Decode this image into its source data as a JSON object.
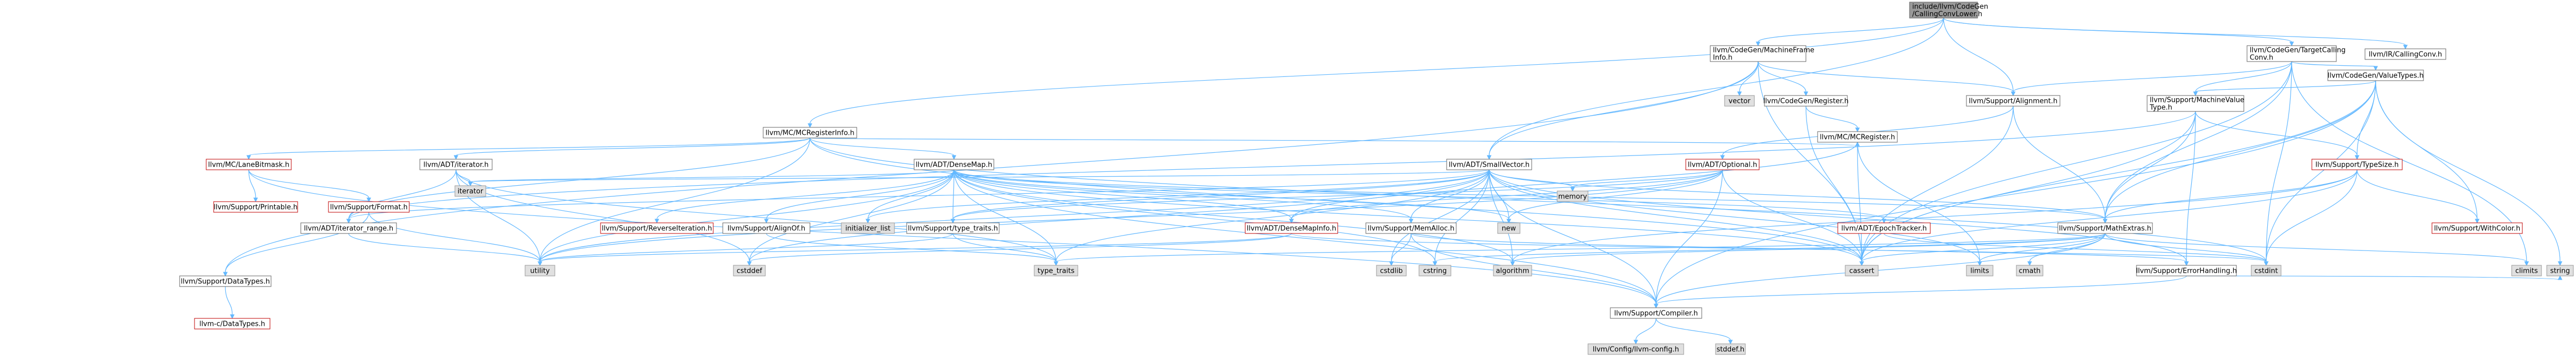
{
  "nodes": [
    {
      "id": "root",
      "label": "include/llvm/CodeGen\n/CallingConvLower.h",
      "kind": "root"
    },
    {
      "id": "mf",
      "label": "llvm/CodeGen/MachineFrame\nInfo.h",
      "kind": "norm"
    },
    {
      "id": "tlcc",
      "label": "llvm/CodeGen/TargetCalling\nConv.h",
      "kind": "norm"
    },
    {
      "id": "ircc",
      "label": "llvm/IR/CallingConv.h",
      "kind": "norm"
    },
    {
      "id": "mcreg",
      "label": "llvm/MC/MCRegisterInfo.h",
      "kind": "norm"
    },
    {
      "id": "vector",
      "label": "vector",
      "kind": "gray"
    },
    {
      "id": "cgreg",
      "label": "llvm/CodeGen/Register.h",
      "kind": "norm"
    },
    {
      "id": "salign",
      "label": "llvm/Support/Alignment.h",
      "kind": "norm"
    },
    {
      "id": "cgvt",
      "label": "llvm/CodeGen/ValueTypes.h",
      "kind": "norm"
    },
    {
      "id": "smvt",
      "label": "llvm/Support/MachineValue\nType.h",
      "kind": "norm"
    },
    {
      "id": "lanebm",
      "label": "llvm/MC/LaneBitmask.h",
      "kind": "red"
    },
    {
      "id": "iter",
      "label": "llvm/ADT/iterator.h",
      "kind": "norm"
    },
    {
      "id": "densemap",
      "label": "llvm/ADT/DenseMap.h",
      "kind": "norm"
    },
    {
      "id": "smallvec",
      "label": "llvm/ADT/SmallVector.h",
      "kind": "norm"
    },
    {
      "id": "optional",
      "label": "llvm/ADT/Optional.h",
      "kind": "red"
    },
    {
      "id": "mcregister",
      "label": "llvm/MC/MCRegister.h",
      "kind": "norm"
    },
    {
      "id": "typesize",
      "label": "llvm/Support/TypeSize.h",
      "kind": "red"
    },
    {
      "id": "printable",
      "label": "llvm/Support/Printable.h",
      "kind": "red"
    },
    {
      "id": "format",
      "label": "llvm/Support/Format.h",
      "kind": "red"
    },
    {
      "id": "iterrange",
      "label": "llvm/ADT/iterator_range.h",
      "kind": "norm"
    },
    {
      "id": "iterator",
      "label": "iterator",
      "kind": "gray"
    },
    {
      "id": "hashit",
      "label": "llvm/Support/ReverseIteration.h",
      "kind": "red"
    },
    {
      "id": "alignof",
      "label": "llvm/Support/AlignOf.h",
      "kind": "norm"
    },
    {
      "id": "initlist",
      "label": "initializer_list",
      "kind": "gray"
    },
    {
      "id": "typetraitsh",
      "label": "llvm/Support/type_traits.h",
      "kind": "norm"
    },
    {
      "id": "densemapinfo",
      "label": "llvm/ADT/DenseMapInfo.h",
      "kind": "red"
    },
    {
      "id": "memalloc",
      "label": "llvm/Support/MemAlloc.h",
      "kind": "norm"
    },
    {
      "id": "new",
      "label": "new",
      "kind": "gray"
    },
    {
      "id": "memory",
      "label": "memory",
      "kind": "gray"
    },
    {
      "id": "epoch",
      "label": "llvm/ADT/EpochTracker.h",
      "kind": "red"
    },
    {
      "id": "mathext",
      "label": "llvm/Support/MathExtras.h",
      "kind": "norm"
    },
    {
      "id": "withcolor",
      "label": "llvm/Support/WithColor.h",
      "kind": "red"
    },
    {
      "id": "datatypes",
      "label": "llvm/Support/DataTypes.h",
      "kind": "norm"
    },
    {
      "id": "utility",
      "label": "utility",
      "kind": "gray"
    },
    {
      "id": "cstddef",
      "label": "cstddef",
      "kind": "gray"
    },
    {
      "id": "typetraits",
      "label": "type_traits",
      "kind": "gray"
    },
    {
      "id": "cstdlib",
      "label": "cstdlib",
      "kind": "gray"
    },
    {
      "id": "cstring",
      "label": "cstring",
      "kind": "gray"
    },
    {
      "id": "algorithm",
      "label": "algorithm",
      "kind": "gray"
    },
    {
      "id": "cassert",
      "label": "cassert",
      "kind": "gray"
    },
    {
      "id": "limits",
      "label": "limits",
      "kind": "gray"
    },
    {
      "id": "cmath",
      "label": "cmath",
      "kind": "gray"
    },
    {
      "id": "errh",
      "label": "llvm/Support/ErrorHandling.h",
      "kind": "norm"
    },
    {
      "id": "cstdint",
      "label": "cstdint",
      "kind": "gray"
    },
    {
      "id": "climits",
      "label": "climits",
      "kind": "gray"
    },
    {
      "id": "string",
      "label": "string",
      "kind": "gray"
    },
    {
      "id": "llvmcdt",
      "label": "llvm-c/DataTypes.h",
      "kind": "red"
    },
    {
      "id": "compiler",
      "label": "llvm/Support/Compiler.h",
      "kind": "norm"
    },
    {
      "id": "llvmconfig",
      "label": "llvm/Config/llvm-config.h",
      "kind": "gray"
    },
    {
      "id": "stddef",
      "label": "stddef.h",
      "kind": "gray"
    }
  ],
  "edges": [
    [
      "root",
      "mf"
    ],
    [
      "root",
      "tlcc"
    ],
    [
      "root",
      "ircc"
    ],
    [
      "root",
      "mcreg"
    ],
    [
      "root",
      "smallvec"
    ],
    [
      "root",
      "salign"
    ],
    [
      "mf",
      "vector"
    ],
    [
      "mf",
      "cgreg"
    ],
    [
      "mf",
      "salign"
    ],
    [
      "mf",
      "datatypes"
    ],
    [
      "mf",
      "cassert"
    ],
    [
      "mf",
      "smallvec"
    ],
    [
      "tlcc",
      "cgvt"
    ],
    [
      "tlcc",
      "smvt"
    ],
    [
      "tlcc",
      "salign"
    ],
    [
      "tlcc",
      "mathext"
    ],
    [
      "tlcc",
      "cassert"
    ],
    [
      "tlcc",
      "climits"
    ],
    [
      "tlcc",
      "cstdint"
    ],
    [
      "mcreg",
      "iter"
    ],
    [
      "mcreg",
      "densemap"
    ],
    [
      "mcreg",
      "iterrange"
    ],
    [
      "mcreg",
      "lanebm"
    ],
    [
      "mcreg",
      "mcregister"
    ],
    [
      "mcreg",
      "cassert"
    ],
    [
      "mcreg",
      "cstdint"
    ],
    [
      "mcreg",
      "utility"
    ],
    [
      "cgreg",
      "mcregister"
    ],
    [
      "cgreg",
      "cassert"
    ],
    [
      "salign",
      "mathext"
    ],
    [
      "salign",
      "cassert"
    ],
    [
      "salign",
      "optional"
    ],
    [
      "cgvt",
      "smvt"
    ],
    [
      "cgvt",
      "compiler"
    ],
    [
      "cgvt",
      "mathext"
    ],
    [
      "cgvt",
      "typesize"
    ],
    [
      "cgvt",
      "withcolor"
    ],
    [
      "cgvt",
      "cassert"
    ],
    [
      "cgvt",
      "cstdint"
    ],
    [
      "cgvt",
      "string"
    ],
    [
      "smvt",
      "mathext"
    ],
    [
      "smvt",
      "typesize"
    ],
    [
      "smvt",
      "errh"
    ],
    [
      "smvt",
      "cassert"
    ],
    [
      "smvt",
      "iterrange"
    ],
    [
      "lanebm",
      "printable"
    ],
    [
      "lanebm",
      "format"
    ],
    [
      "lanebm",
      "compiler"
    ],
    [
      "format",
      "datatypes"
    ],
    [
      "format",
      "utility"
    ],
    [
      "iter",
      "iterrange"
    ],
    [
      "iter",
      "iterator"
    ],
    [
      "iter",
      "cstddef"
    ],
    [
      "iter",
      "typetraits"
    ],
    [
      "iter",
      "utility"
    ],
    [
      "densemap",
      "densemapinfo"
    ],
    [
      "densemap",
      "epoch"
    ],
    [
      "densemap",
      "alignof"
    ],
    [
      "densemap",
      "compiler"
    ],
    [
      "densemap",
      "mathext"
    ],
    [
      "densemap",
      "memalloc"
    ],
    [
      "densemap",
      "hashit"
    ],
    [
      "densemap",
      "typetraitsh"
    ],
    [
      "densemap",
      "algorithm"
    ],
    [
      "densemap",
      "cassert"
    ],
    [
      "densemap",
      "cstddef"
    ],
    [
      "densemap",
      "cstring"
    ],
    [
      "densemap",
      "initlist"
    ],
    [
      "densemap",
      "iterator"
    ],
    [
      "densemap",
      "new"
    ],
    [
      "densemap",
      "typetraits"
    ],
    [
      "densemap",
      "utility"
    ],
    [
      "smallvec",
      "compiler"
    ],
    [
      "smallvec",
      "errh"
    ],
    [
      "smallvec",
      "mathext"
    ],
    [
      "smallvec",
      "memalloc"
    ],
    [
      "smallvec",
      "typetraitsh"
    ],
    [
      "smallvec",
      "algorithm"
    ],
    [
      "smallvec",
      "cassert"
    ],
    [
      "smallvec",
      "cstddef"
    ],
    [
      "smallvec",
      "cstdlib"
    ],
    [
      "smallvec",
      "cstring"
    ],
    [
      "smallvec",
      "initlist"
    ],
    [
      "smallvec",
      "iterator"
    ],
    [
      "smallvec",
      "limits"
    ],
    [
      "smallvec",
      "memory"
    ],
    [
      "smallvec",
      "new"
    ],
    [
      "smallvec",
      "typetraits"
    ],
    [
      "smallvec",
      "utility"
    ],
    [
      "smallvec",
      "iterrange"
    ],
    [
      "optional",
      "densemapinfo"
    ],
    [
      "optional",
      "compiler"
    ],
    [
      "optional",
      "typetraitsh"
    ],
    [
      "optional",
      "cassert"
    ],
    [
      "optional",
      "memory"
    ],
    [
      "optional",
      "new"
    ],
    [
      "optional",
      "utility"
    ],
    [
      "mcregister",
      "densemapinfo"
    ],
    [
      "mcregister",
      "cassert"
    ],
    [
      "mcregister",
      "limits"
    ],
    [
      "typesize",
      "mathext"
    ],
    [
      "typesize",
      "withcolor"
    ],
    [
      "typesize",
      "algorithm"
    ],
    [
      "typesize",
      "array"
    ],
    [
      "typesize",
      "cstdint"
    ],
    [
      "typesize",
      "cassert"
    ],
    [
      "densemapinfo",
      "cstddef"
    ],
    [
      "densemapinfo",
      "cstdint"
    ],
    [
      "densemapinfo",
      "utility"
    ],
    [
      "epoch",
      "cstdint"
    ],
    [
      "memalloc",
      "compiler"
    ],
    [
      "memalloc",
      "errh"
    ],
    [
      "memalloc",
      "cstdlib"
    ],
    [
      "mathext",
      "compiler"
    ],
    [
      "mathext",
      "algorithm"
    ],
    [
      "mathext",
      "cassert"
    ],
    [
      "mathext",
      "climits"
    ],
    [
      "mathext",
      "cmath"
    ],
    [
      "mathext",
      "cstdint"
    ],
    [
      "mathext",
      "cstring"
    ],
    [
      "mathext",
      "limits"
    ],
    [
      "mathext",
      "typetraits"
    ],
    [
      "alignof",
      "typetraits"
    ],
    [
      "typetraitsh",
      "typetraits"
    ],
    [
      "typetraitsh",
      "utility"
    ],
    [
      "errh",
      "compiler"
    ],
    [
      "errh",
      "string"
    ],
    [
      "datatypes",
      "llvmcdt"
    ],
    [
      "compiler",
      "llvmconfig"
    ],
    [
      "compiler",
      "stddef"
    ],
    [
      "iterrange",
      "utility"
    ]
  ]
}
